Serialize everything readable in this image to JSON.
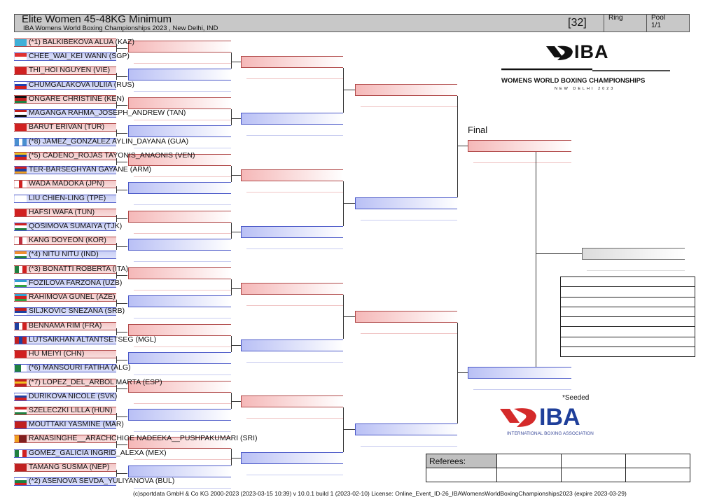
{
  "header": {
    "title": "Elite Women 45-48KG Minimum",
    "subtitle": "IBA Womens World Boxing Championships 2023 , New Delhi, IND",
    "draw_size": "[32]",
    "ring_label": "Ring",
    "pool_label": "Pool",
    "pool_value": "1/1"
  },
  "logo_top": {
    "brand": "IBA",
    "line1": "WOMENS WORLD BOXING CHAMPIONSHIPS",
    "line2": "NEW DELHI 2023"
  },
  "logo_bottom": {
    "brand": "IBA",
    "tagline": "INTERNATIONAL BOXING ASSOCIATION"
  },
  "final_label": "Final",
  "seeded_note": "*Seeded",
  "referees_label": "Referees:",
  "footer": "(c)sportdata GmbH & Co KG 2000-2023 (2023-03-15 10:39)  v 10.0.1 build 1 (2023-02-10) License: Online_Event_ID-26_IBAWomensWorldBoxingChampionships2023 (expire 2023-03-29)",
  "colors": {
    "red": "#b04848",
    "blue": "#4a58c8",
    "header_bg": "#c8c8c8",
    "iba_red": "#d42a2a",
    "iba_blue": "#1f3f9a"
  },
  "entries": [
    {
      "name": "(*1) BALKIBEKOVA ALUA (KAZ)",
      "flag": [
        "#3fb0d8"
      ]
    },
    {
      "name": "CHEE_WAI_KEI WANN (SGP)",
      "flag": [
        "#e03030",
        "#ffffff"
      ]
    },
    {
      "name": "THI_HOI NGUYEN (VIE)",
      "flag": [
        "#d02020"
      ]
    },
    {
      "name": "CHUMGALAKOVA IULIIA (RUS)",
      "flag": [
        "#ffffff",
        "#2040b0",
        "#d02020"
      ]
    },
    {
      "name": "ONGARE CHRISTINE (KEN)",
      "flag": [
        "#111111",
        "#c02020",
        "#208040"
      ]
    },
    {
      "name": "MAGANGA RAHMA_JOSEPH_ANDREW (TAN)",
      "flag": [
        "#c02020",
        "#ffffff",
        "#111111"
      ]
    },
    {
      "name": "BARUT ERIVAN   (TUR)",
      "flag": [
        "#d02020"
      ]
    },
    {
      "name": "(*8) JAMEZ_GONZALEZ AYLIN_DAYANA (GUA)",
      "flag": [
        "#4a90d0",
        "#ffffff",
        "#4a90d0"
      ],
      "v": true
    },
    {
      "name": "(*5) CADENO_ROJAS TAYONIS_ANAONIS (VEN)",
      "flag": [
        "#f0c020",
        "#2040a0",
        "#d02020"
      ]
    },
    {
      "name": "TER-BARSEGHYAN GAYANE (ARM)",
      "flag": [
        "#d02020",
        "#2040a0",
        "#f0a020"
      ]
    },
    {
      "name": "WADA MADOKA (JPN)",
      "flag": [
        "#ffffff",
        "#d02020",
        "#ffffff"
      ],
      "v": true
    },
    {
      "name": "LIU CHIEN-LING (TPE)",
      "flag": [
        "#ffffff"
      ]
    },
    {
      "name": "HAFSI WAFA (TUN)",
      "flag": [
        "#d02020"
      ]
    },
    {
      "name": "QOSIMOVA SUMAIYA (TJK)",
      "flag": [
        "#d02020",
        "#ffffff",
        "#208040"
      ]
    },
    {
      "name": "KANG DOYEON (KOR)",
      "flag": [
        "#ffffff",
        "#c03040",
        "#ffffff"
      ],
      "v": true
    },
    {
      "name": "(*4) NITU NITU (IND)",
      "flag": [
        "#f09030",
        "#ffffff",
        "#208040"
      ]
    },
    {
      "name": "(*3) BONATTI ROBERTA (ITA)",
      "flag": [
        "#208040",
        "#ffffff",
        "#d02020"
      ],
      "v": true
    },
    {
      "name": "FOZILOVA FARZONA (UZB)",
      "flag": [
        "#30a0d0",
        "#ffffff",
        "#30a040"
      ]
    },
    {
      "name": "RAHIMOVA GUNEL (AZE)",
      "flag": [
        "#30a0d0",
        "#d02020",
        "#30a040"
      ]
    },
    {
      "name": "SILJKOVIC SNEZANA (SRB)",
      "flag": [
        "#c02020",
        "#2040a0",
        "#ffffff"
      ]
    },
    {
      "name": "BENNAMA RIM (FRA)",
      "flag": [
        "#2040a0",
        "#ffffff",
        "#d02020"
      ],
      "v": true
    },
    {
      "name": "LUTSAIKHAN ALTANTSETSEG (MGL)",
      "flag": [
        "#c02020",
        "#2040a0",
        "#c02020"
      ],
      "v": true
    },
    {
      "name": "HU MEIYI (CHN)",
      "flag": [
        "#d02020"
      ]
    },
    {
      "name": "(*6) MANSOURI FATIHA (ALG)",
      "flag": [
        "#208040",
        "#ffffff"
      ],
      "v": true
    },
    {
      "name": "(*7) LOPEZ_DEL_ARBOL MARTA (ESP)",
      "flag": [
        "#c02020",
        "#f0c020",
        "#c02020"
      ]
    },
    {
      "name": "DURIKOVA NICOLE (SVK)",
      "flag": [
        "#ffffff",
        "#2040a0",
        "#d02020"
      ]
    },
    {
      "name": "SZELECZKI LILLA (HUN)",
      "flag": [
        "#d02020",
        "#ffffff",
        "#208040"
      ]
    },
    {
      "name": "MOUTTAKI YASMINE (MAR)",
      "flag": [
        "#c02020"
      ]
    },
    {
      "name": "RANASINGHE__ARACHCHIGE NADEEKA__PUSHPAKUMARI (SRI)",
      "flag": [
        "#f0a020",
        "#802020",
        "#802020"
      ],
      "v": true
    },
    {
      "name": "GOMEZ_GALICIA INGRID_ALEXA (MEX)",
      "flag": [
        "#208040",
        "#ffffff",
        "#d02020"
      ],
      "v": true
    },
    {
      "name": "TAMANG SUSMA (NEP)",
      "flag": [
        "#c02020"
      ]
    },
    {
      "name": "(*2) ASENOVA SEVDA_YULIYANOVA (BUL)",
      "flag": [
        "#ffffff",
        "#208040",
        "#d02020"
      ]
    }
  ]
}
